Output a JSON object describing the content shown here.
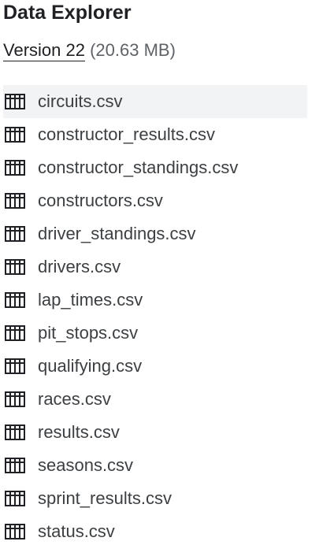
{
  "header": {
    "title": "Data Explorer",
    "version_label": "Version 22",
    "version_size": "(20.63 MB)"
  },
  "files": [
    {
      "name": "circuits.csv",
      "icon": "table-icon",
      "selected": true
    },
    {
      "name": "constructor_results.csv",
      "icon": "table-icon",
      "selected": false
    },
    {
      "name": "constructor_standings.csv",
      "icon": "table-icon",
      "selected": false
    },
    {
      "name": "constructors.csv",
      "icon": "table-icon",
      "selected": false
    },
    {
      "name": "driver_standings.csv",
      "icon": "table-icon",
      "selected": false
    },
    {
      "name": "drivers.csv",
      "icon": "table-icon",
      "selected": false
    },
    {
      "name": "lap_times.csv",
      "icon": "table-icon",
      "selected": false
    },
    {
      "name": "pit_stops.csv",
      "icon": "table-icon",
      "selected": false
    },
    {
      "name": "qualifying.csv",
      "icon": "table-icon",
      "selected": false
    },
    {
      "name": "races.csv",
      "icon": "table-icon",
      "selected": false
    },
    {
      "name": "results.csv",
      "icon": "table-icon",
      "selected": false
    },
    {
      "name": "seasons.csv",
      "icon": "table-icon",
      "selected": false
    },
    {
      "name": "sprint_results.csv",
      "icon": "table-icon",
      "selected": false
    },
    {
      "name": "status.csv",
      "icon": "table-icon",
      "selected": false
    }
  ],
  "colors": {
    "selected_bg": "#f1f3f4",
    "text": "#3c4043"
  }
}
